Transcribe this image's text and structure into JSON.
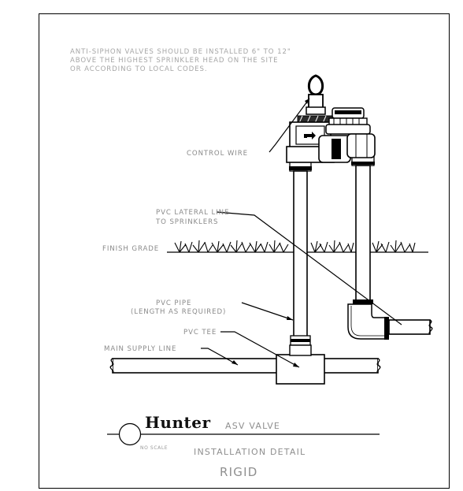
{
  "note_lines": [
    "ANTI-SIPHON VALVES SHOULD BE INSTALLED 6\" TO 12\"",
    "ABOVE THE HIGHEST SPRINKLER HEAD ON THE SITE",
    "OR ACCORDING TO LOCAL CODES."
  ],
  "labels": {
    "control_wire": "CONTROL WIRE",
    "pvc_lateral_line": "PVC LATERAL LINE",
    "to_sprinklers": "TO SPRINKLERS",
    "finish_grade": "FINISH GRADE",
    "pvc_pipe": "PVC PIPE",
    "length_as_required": "(LENGTH AS REQUIRED)",
    "pvc_tee": "PVC TEE",
    "main_supply_line": "MAIN SUPPLY LINE"
  },
  "title_block": {
    "brand": "Hunter",
    "product": "ASV VALVE",
    "scale_note": "NO SCALE",
    "detail": "INSTALLATION DETAIL",
    "variant": "RIGID"
  }
}
